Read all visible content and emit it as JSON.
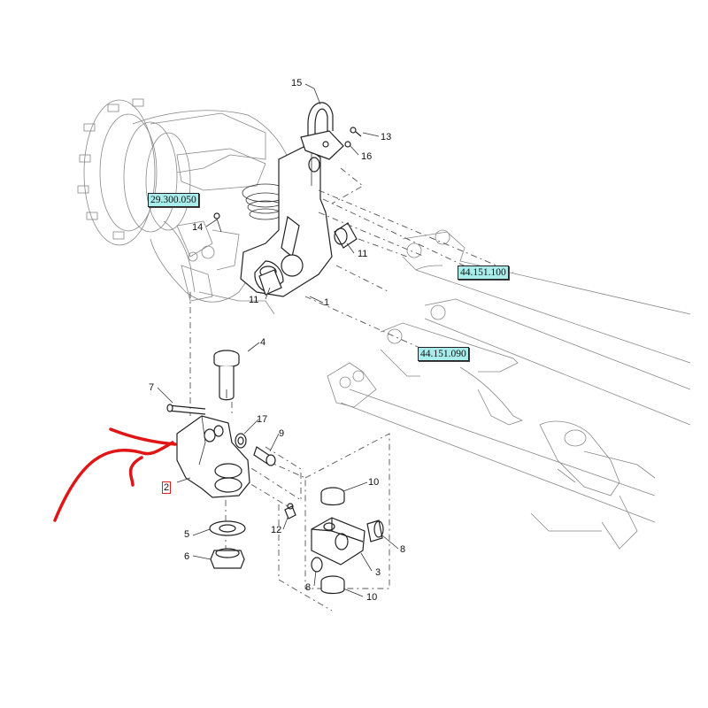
{
  "references": [
    {
      "id": "ref1",
      "text": "29.300.050"
    },
    {
      "id": "ref2",
      "text": "44.151.100"
    },
    {
      "id": "ref3",
      "text": "44.151.090"
    }
  ],
  "callouts": {
    "c1": "1",
    "c2": "2",
    "c3": "3",
    "c4": "4",
    "c5": "5",
    "c6": "6",
    "c7": "7",
    "c8a": "8",
    "c8b": "8",
    "c9": "9",
    "c10a": "10",
    "c10b": "10",
    "c11a": "11",
    "c11b": "11",
    "c12": "12",
    "c13": "13",
    "c14": "14",
    "c15": "15",
    "c16": "16",
    "c17": "17"
  },
  "highlighted_part": "2",
  "colors": {
    "reference_box": "#a9ecec",
    "arrow": "#e01515",
    "highlight_box": "#e02020"
  }
}
